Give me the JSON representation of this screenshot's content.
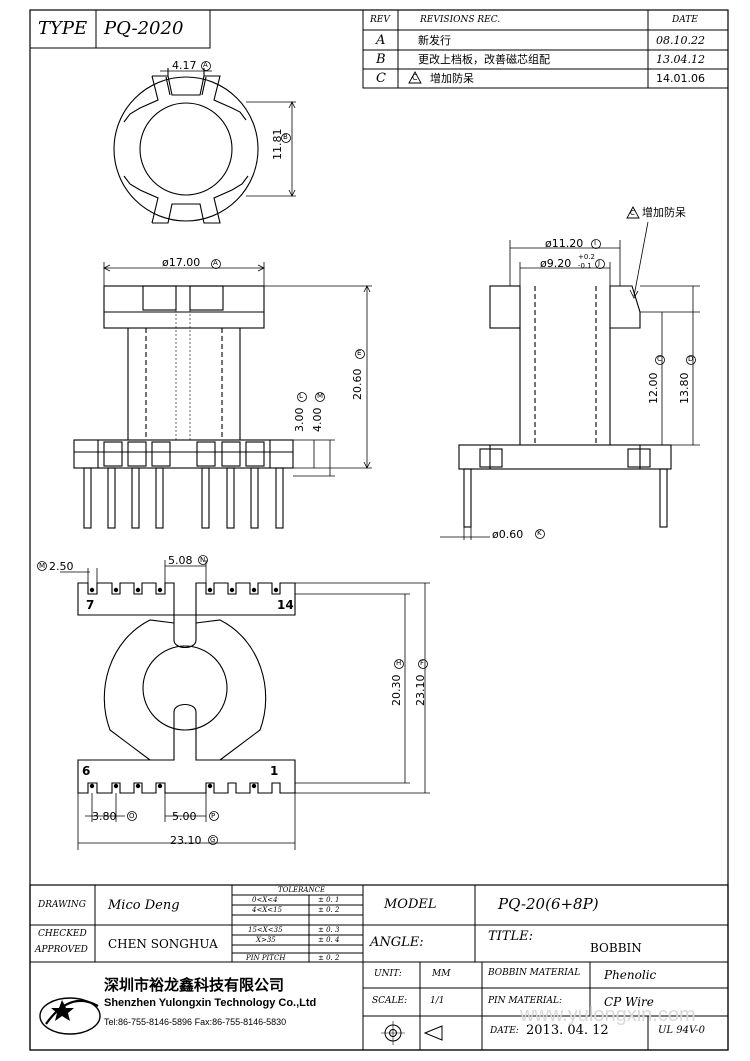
{
  "header": {
    "type_label": "TYPE",
    "type_value": "PQ-2020"
  },
  "revisions": {
    "col_rev": "REV",
    "col_rec": "REVISIONS REC.",
    "col_date": "DATE",
    "rows": [
      {
        "rev": "A",
        "text": "新发行",
        "date": "08.10.22"
      },
      {
        "rev": "B",
        "text": "更改上档板，改善磁芯组配",
        "date": "13.04.12"
      },
      {
        "rev": "C",
        "text": "增加防呆",
        "date": "14.01.06",
        "marker": "C"
      }
    ]
  },
  "dimensions": {
    "top_width": "4.17",
    "top_width_ref": "A",
    "top_height": "11.81",
    "top_height_ref": "B",
    "front_width": "ø17.00",
    "front_width_ref": "A",
    "front_height": "20.60",
    "front_height_ref": "E",
    "d_300": "3.00",
    "d_300_ref": "L",
    "d_400": "4.00",
    "d_400_ref": "M",
    "side_outer": "ø11.20",
    "side_outer_ref": "I",
    "side_inner": "ø9.20",
    "side_inner_tol_up": "+0.2",
    "side_inner_tol_dn": "-0.1",
    "side_inner_ref": "J",
    "side_h1": "12.00",
    "side_h1_ref": "C",
    "side_h2": "13.80",
    "side_h2_ref": "D",
    "pin_dia": "ø0.60",
    "pin_dia_ref": "K",
    "anti_note_marker": "C",
    "anti_note": "增加防呆",
    "bot_250": "2.50",
    "bot_250_ref": "M",
    "bot_508": "5.08",
    "bot_508_ref": "N",
    "bot_2030": "20.30",
    "bot_2030_ref": "H",
    "bot_2310v": "23.10",
    "bot_2310v_ref": "F",
    "bot_380": "3.80",
    "bot_380_ref": "O",
    "bot_500": "5.00",
    "bot_500_ref": "P",
    "bot_2310h": "23.10",
    "bot_2310h_ref": "G",
    "pin_7": "7",
    "pin_14": "14",
    "pin_6": "6",
    "pin_1": "1"
  },
  "title_block": {
    "drawing_label": "DRAWING",
    "drawing_value": "Mico Deng",
    "checked_label": "CHECKED",
    "approved_label": "APPROVED",
    "approved_value": "CHEN SONGHUA",
    "tolerance_title": "TOLERANCE",
    "tolerances": [
      {
        "range": "0<X<4",
        "value": "± 0. 1"
      },
      {
        "range": "4<X<15",
        "value": "± 0. 2"
      },
      {
        "range": "15<X<35",
        "value": "± 0. 3"
      },
      {
        "range": "X>35",
        "value": "± 0. 4"
      },
      {
        "range": "PIN PITCH",
        "value": "± 0. 2"
      }
    ],
    "model_label": "MODEL",
    "model_value": "PQ-20(6+8P)",
    "angle_label": "ANGLE:",
    "title_label": "TITLE:",
    "title_value": "BOBBIN",
    "unit_label": "UNIT:",
    "unit_value": "MM",
    "scale_label": "SCALE:",
    "scale_value": "1/1",
    "date_label": "DATE:",
    "date_value": "2013. 04. 12",
    "bobbin_material_label": "BOBBIN MATERIAL",
    "bobbin_material_value": "Phenolic",
    "pin_material_label": "PIN MATERIAL:",
    "pin_material_value": "CP Wire",
    "ul_value": "UL 94V-0",
    "company_cn": "深圳市裕龙鑫科技有限公司",
    "company_en": "Shenzhen Yulongxin Technology Co.,Ltd",
    "company_tel": "Tel:86-755-8146-5896  Fax:86-755-8146-5830"
  },
  "watermark": "www.yulongxin.com",
  "colors": {
    "line": "#000000",
    "background": "#ffffff"
  }
}
